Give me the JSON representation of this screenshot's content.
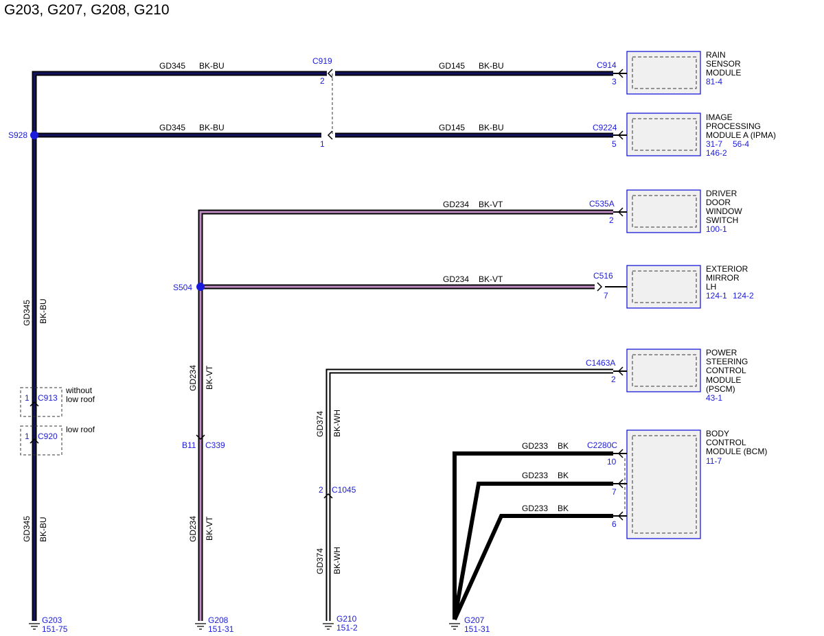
{
  "title": "G203, G207, G208, G210",
  "colors": {
    "bk_bu_core": "#14145c",
    "bk_vt_core": "#c08cc4",
    "bk_wh_core": "#ffffff",
    "bk_core": "#000000",
    "module_border": "#1a1adb",
    "module_fill": "#f0f0f0",
    "ref_text": "#1a1adb"
  },
  "modules": {
    "rain": {
      "lines": [
        "RAIN",
        "SENSOR",
        "MODULE"
      ],
      "ref": "81-4",
      "connector": "C914",
      "pin": "3"
    },
    "ipma": {
      "lines": [
        "IMAGE",
        "PROCESSING",
        "MODULE A (IPMA)"
      ],
      "ref": "31-7",
      "ref2": "56-4",
      "ref3": "146-2",
      "connector": "C9224",
      "pin": "5"
    },
    "ddws": {
      "lines": [
        "DRIVER",
        "DOOR",
        "WINDOW",
        "SWITCH"
      ],
      "ref": "100-1",
      "connector": "C535A",
      "pin": "2"
    },
    "mirror": {
      "lines": [
        "EXTERIOR",
        "MIRROR",
        "LH"
      ],
      "ref": "124-1",
      "ref2": "124-2",
      "connector": "C516",
      "pin": "7"
    },
    "pscm": {
      "lines": [
        "POWER",
        "STEERING",
        "CONTROL",
        "MODULE",
        "(PSCM)"
      ],
      "ref": "43-1",
      "connector": "C1463A",
      "pin": "2"
    },
    "bcm": {
      "lines": [
        "BODY",
        "CONTROL",
        "MODULE (BCM)"
      ],
      "ref": "11-7",
      "connector": "C2280C",
      "pins": [
        "10",
        "7",
        "6"
      ]
    }
  },
  "wires": {
    "gd345_top": {
      "circuit": "GD345",
      "color": "BK-BU"
    },
    "gd145_top": {
      "circuit": "GD145",
      "color": "BK-BU"
    },
    "gd345_mid": {
      "circuit": "GD345",
      "color": "BK-BU"
    },
    "gd145_mid": {
      "circuit": "GD145",
      "color": "BK-BU"
    },
    "gd234_ddws": {
      "circuit": "GD234",
      "color": "BK-VT"
    },
    "gd234_mirror": {
      "circuit": "GD234",
      "color": "BK-VT"
    },
    "gd345_vert_upper": {
      "circuit": "GD345",
      "color": "BK-BU"
    },
    "gd345_vert_lower": {
      "circuit": "GD345",
      "color": "BK-BU"
    },
    "gd234_vert_upper": {
      "circuit": "GD234",
      "color": "BK-VT"
    },
    "gd234_vert_lower": {
      "circuit": "GD234",
      "color": "BK-VT"
    },
    "gd374_vert_upper": {
      "circuit": "GD374",
      "color": "BK-WH"
    },
    "gd374_vert_lower": {
      "circuit": "GD374",
      "color": "BK-WH"
    },
    "gd233_a": {
      "circuit": "GD233",
      "color": "BK"
    },
    "gd233_b": {
      "circuit": "GD233",
      "color": "BK"
    },
    "gd233_c": {
      "circuit": "GD233",
      "color": "BK"
    }
  },
  "connectors": {
    "c919": {
      "id": "C919",
      "pin_top": "2",
      "pin_bottom": "1"
    },
    "c913": {
      "id": "C913",
      "pin": "1",
      "note_lines": [
        "without",
        "low roof"
      ]
    },
    "c920": {
      "id": "C920",
      "pin": "1",
      "note": "low roof"
    },
    "c339": {
      "id": "C339",
      "pin": "B11"
    },
    "c1045": {
      "id": "C1045",
      "pin": "2"
    }
  },
  "splices": {
    "s928": "S928",
    "s504": "S504"
  },
  "grounds": {
    "g203": {
      "id": "G203",
      "ref": "151-75"
    },
    "g208": {
      "id": "G208",
      "ref": "151-31"
    },
    "g210": {
      "id": "G210",
      "ref": "151-2"
    },
    "g207": {
      "id": "G207",
      "ref": "151-31"
    }
  }
}
